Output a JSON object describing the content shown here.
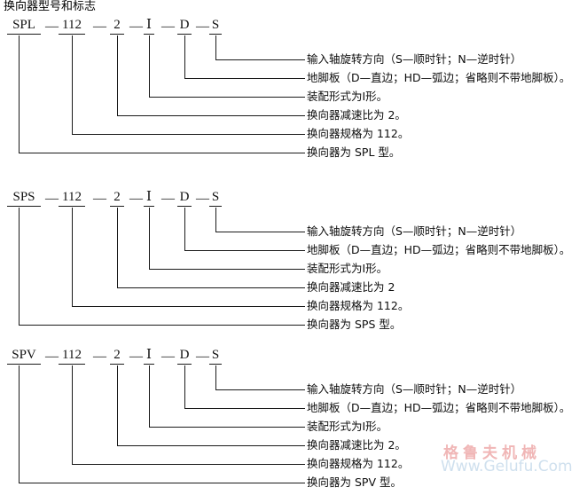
{
  "title": "换向器型号和标志",
  "blocks": [
    {
      "id": "spl",
      "codes": [
        {
          "text": "SPL"
        },
        {
          "text": "112"
        },
        {
          "text": "2"
        },
        {
          "text": "Ⅰ"
        },
        {
          "text": "D"
        },
        {
          "text": "S"
        }
      ],
      "separator": "—",
      "descriptions": [
        "输入轴旋转方向（S—顺时针；N—逆时针）",
        "地脚板（D—直边；HD—弧边；省略则不带地脚板）。",
        "装配形式为Ⅰ形。",
        "换向器减速比为 2。",
        "换向器规格为 112。",
        "换向器为 SPL 型。"
      ]
    },
    {
      "id": "sps",
      "codes": [
        {
          "text": "SPS"
        },
        {
          "text": "112"
        },
        {
          "text": "2"
        },
        {
          "text": "Ⅰ"
        },
        {
          "text": "D"
        },
        {
          "text": "S"
        }
      ],
      "separator": "—",
      "descriptions": [
        "输入轴旋转方向（S—顺时针；N—逆时针）",
        "地脚板（D—直边；HD—弧边；省略则不带地脚板）。",
        "装配形式为Ⅰ形。",
        "换向器减速比为 2",
        "换向器规格为 112。",
        "换向器为 SPS 型。"
      ]
    },
    {
      "id": "spv",
      "codes": [
        {
          "text": "SPV"
        },
        {
          "text": "112"
        },
        {
          "text": "2"
        },
        {
          "text": "Ⅰ"
        },
        {
          "text": "D"
        },
        {
          "text": "S"
        }
      ],
      "separator": "—",
      "descriptions": [
        "输入轴旋转方向（S—顺时针；N—逆时针）",
        "地脚板（D—直边；HD—弧边；省略则不带地脚板）。",
        "装配形式为Ⅰ形。",
        "换向器减速比为 2。",
        "换向器规格为 112。",
        "换向器为 SPV 型。"
      ]
    }
  ],
  "watermark": {
    "chinese": "格鲁夫机械",
    "url": "Www.Gelufu.Com",
    "chinese_color": "#f0b6b6",
    "url_color": "#cfe0ee"
  }
}
